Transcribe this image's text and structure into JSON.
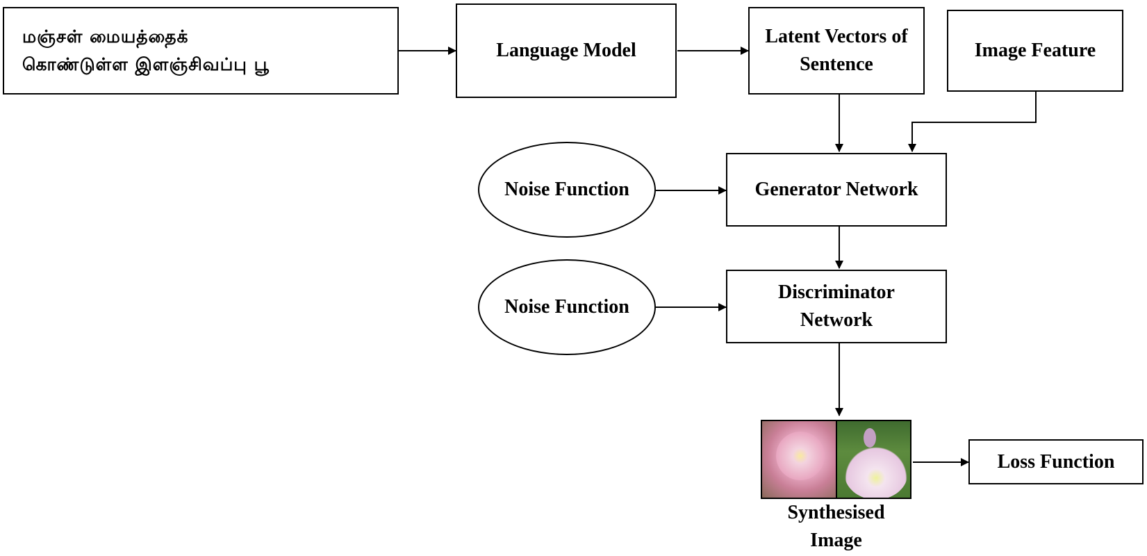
{
  "nodes": {
    "input_text_line1": "மஞ்சள் மையத்தைக்",
    "input_text_line2": "கொண்டுள்ள இளஞ்சிவப்பு பூ",
    "language_model": "Language Model",
    "latent_vectors_line1": "Latent Vectors of",
    "latent_vectors_line2": "Sentence",
    "image_feature": "Image Feature",
    "noise_function_1": "Noise Function",
    "generator_network": "Generator Network",
    "noise_function_2": "Noise Function",
    "discriminator_line1": "Discriminator",
    "discriminator_line2": "Network",
    "synthesised_line1": "Synthesised",
    "synthesised_line2": "Image",
    "loss_function": "Loss Function"
  },
  "colors": {
    "stroke": "#000000",
    "background": "#ffffff"
  }
}
